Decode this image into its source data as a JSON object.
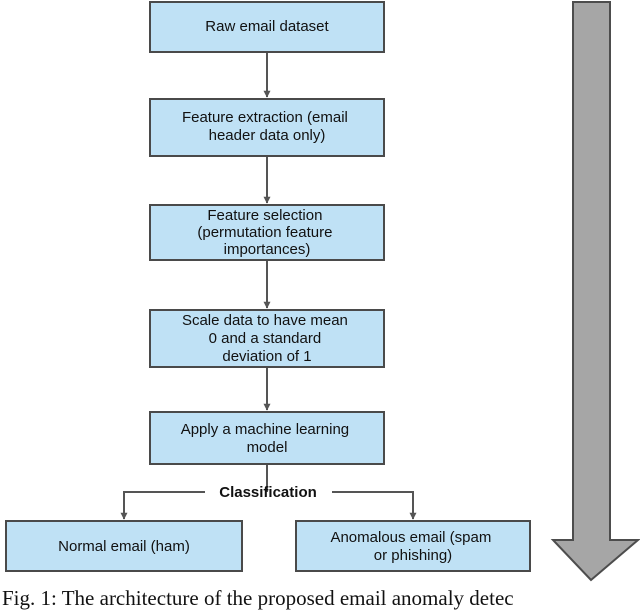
{
  "diagram": {
    "boxes": [
      {
        "id": "raw-email-dataset",
        "lines": [
          "Raw email dataset"
        ]
      },
      {
        "id": "feature-extraction",
        "lines": [
          "Feature extraction (email",
          "header data only)"
        ]
      },
      {
        "id": "feature-selection",
        "lines": [
          "Feature selection",
          "(permutation feature",
          "importances)"
        ]
      },
      {
        "id": "scale-data",
        "lines": [
          "Scale data to have mean",
          "0 and a standard",
          "deviation of 1"
        ]
      },
      {
        "id": "apply-model",
        "lines": [
          "Apply a machine learning",
          "model"
        ]
      },
      {
        "id": "normal-email",
        "lines": [
          "Normal email (ham)"
        ]
      },
      {
        "id": "anomalous-email",
        "lines": [
          "Anomalous email (spam",
          "or phishing)"
        ]
      }
    ],
    "branch_label": "Classification",
    "colors": {
      "box_fill": "#bfe1f5",
      "box_stroke": "#4a4a4a",
      "connector": "#555555",
      "side_arrow_fill": "#a6a6a6",
      "side_arrow_stroke": "#4d4d4d"
    }
  },
  "caption": "Fig. 1: The architecture of the proposed email anomaly detec"
}
